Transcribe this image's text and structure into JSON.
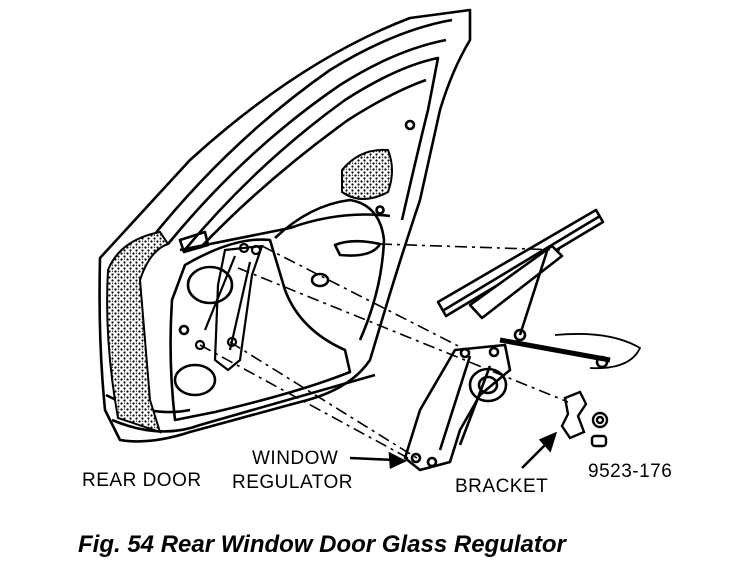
{
  "labels": {
    "rear_door": "REAR DOOR",
    "window_regulator_line1": "WINDOW",
    "window_regulator_line2": "REGULATOR",
    "bracket": "BRACKET",
    "part_number": "9523-176"
  },
  "caption": "Fig. 54 Rear Window Door Glass Regulator"
}
